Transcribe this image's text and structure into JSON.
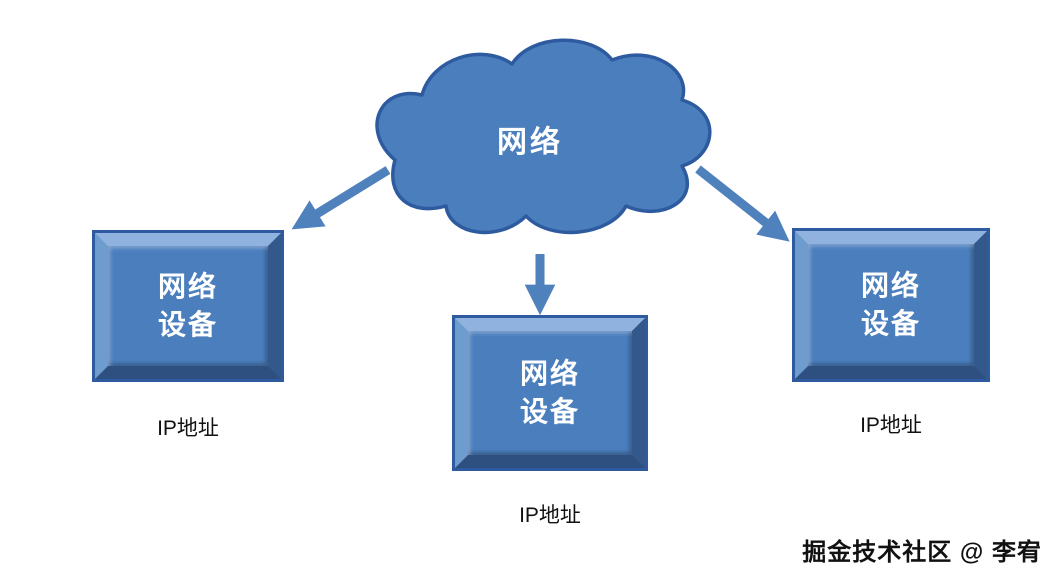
{
  "colors": {
    "node_fill": "#4a7ebd",
    "node_border": "#2e5b9f",
    "arrow": "#4f81bd",
    "node_text": "#ffffff",
    "label_text": "#111111"
  },
  "cloud": {
    "label": "网络"
  },
  "devices": [
    {
      "label": "网络\n设备",
      "ip_label": "IP地址"
    },
    {
      "label": "网络\n设备",
      "ip_label": "IP地址"
    },
    {
      "label": "网络\n设备",
      "ip_label": "IP地址"
    }
  ],
  "watermark": "掘金技术社区 @ 李宥"
}
